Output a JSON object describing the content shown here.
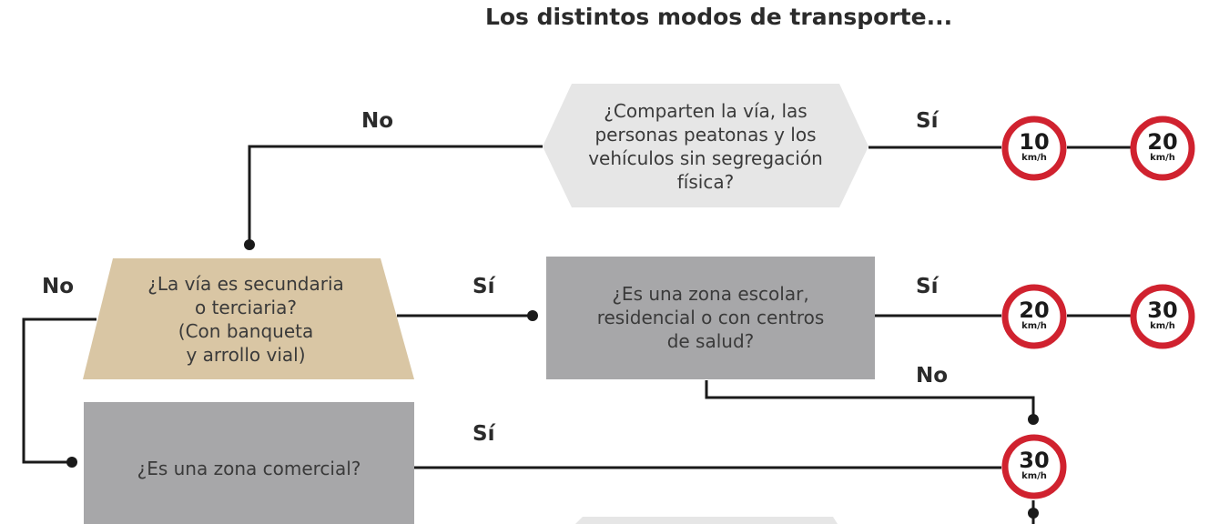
{
  "title": "Los distintos modos de transporte...",
  "colors": {
    "hexagon": "#e6e6e6",
    "trapezoid": "#d9c6a4",
    "gray_box": "#a7a7a9",
    "sign_ring": "#d0222f",
    "line": "#1a1a1a"
  },
  "nodes": {
    "shared_road": {
      "lines": [
        "¿Comparten la vía, las",
        "personas peatonas y los",
        "vehículos sin segregación",
        "física?"
      ]
    },
    "secondary_road": {
      "lines": [
        "¿La vía es secundaria",
        "o terciaria?",
        "(Con banqueta",
        "y arrollo vial)"
      ]
    },
    "school_zone": {
      "lines": [
        "¿Es una zona escolar,",
        "residencial o con centros",
        "de salud?"
      ]
    },
    "commercial_zone": {
      "lines": [
        "¿Es una zona comercial?"
      ]
    }
  },
  "edge_labels": {
    "top_no": "No",
    "top_si": "Sí",
    "left_no": "No",
    "mid_si": "Sí",
    "school_si": "Sí",
    "school_no": "No",
    "commercial_si": "Sí"
  },
  "signs": [
    {
      "id": "sign-10",
      "value": "10",
      "unit": "km/h"
    },
    {
      "id": "sign-20-top",
      "value": "20",
      "unit": "km/h"
    },
    {
      "id": "sign-20-mid",
      "value": "20",
      "unit": "km/h"
    },
    {
      "id": "sign-30-mid",
      "value": "30",
      "unit": "km/h"
    },
    {
      "id": "sign-30-bottom",
      "value": "30",
      "unit": "km/h"
    }
  ]
}
